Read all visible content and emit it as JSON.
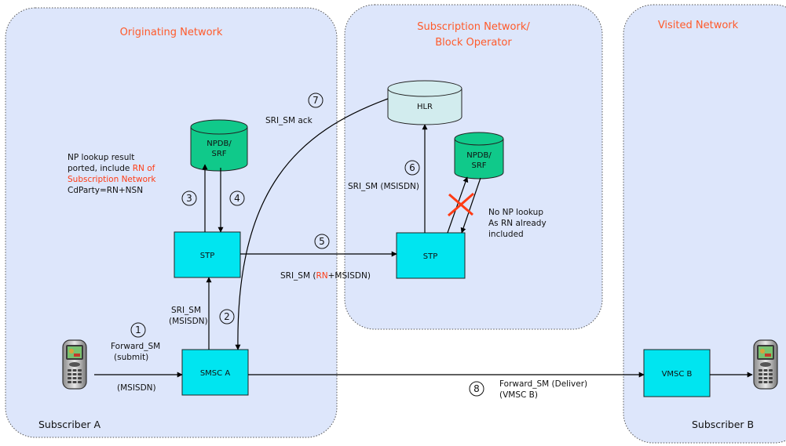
{
  "colors": {
    "region_fill": "#dde6fb",
    "region_border": "#555555",
    "box_fill": "#00e5f0",
    "db_fill": "#10c98a",
    "hlr_fill": "#d2ecee",
    "title": "#ff5a2a",
    "cross": "#ff3b14"
  },
  "regions": {
    "originating": "Originating Network",
    "subscription_line1": "Subscription Network/",
    "subscription_line2": "Block Operator",
    "visited": "Visited Network"
  },
  "nodes": {
    "npdb_orig_line1": "NPDB/",
    "npdb_orig_line2": "SRF",
    "stp_orig": "STP",
    "smsc_a": "SMSC A",
    "hlr": "HLR",
    "npdb_sub_line1": "NPDB/",
    "npdb_sub_line2": "SRF",
    "stp_sub": "STP",
    "vmsc_b": "VMSC B"
  },
  "subscribers": {
    "a": "Subscriber A",
    "b": "Subscriber B",
    "icon": "mobile-phone-icon"
  },
  "steps": [
    "1",
    "2",
    "3",
    "4",
    "5",
    "6",
    "7",
    "8"
  ],
  "labels": {
    "np_line1": "NP lookup result",
    "np_line2": "ported, include ",
    "np_line2_red": "RN of",
    "np_line3_red": "Subscription Network",
    "np_line4": "CdParty=RN+NSN",
    "forward_sm_1": "Forward_SM",
    "forward_sm_2": "(submit)",
    "msisdn": "(MSISDN)",
    "sri_sm_1": "SRI_SM",
    "sri_sm_2": "(MSISDN)",
    "sri_sm_rn_pre": "SRI_SM (",
    "sri_sm_rn_red": "RN",
    "sri_sm_rn_post": "+MSISDN)",
    "sri_sm_msisdn": "SRI_SM (MSISDN)",
    "sri_sm_ack": "SRI_SM ack",
    "no_np_1": "No NP lookup",
    "no_np_2": "As RN already",
    "no_np_3": "included",
    "deliver_1": "Forward_SM (Deliver)",
    "deliver_2": "(VMSC B)"
  }
}
